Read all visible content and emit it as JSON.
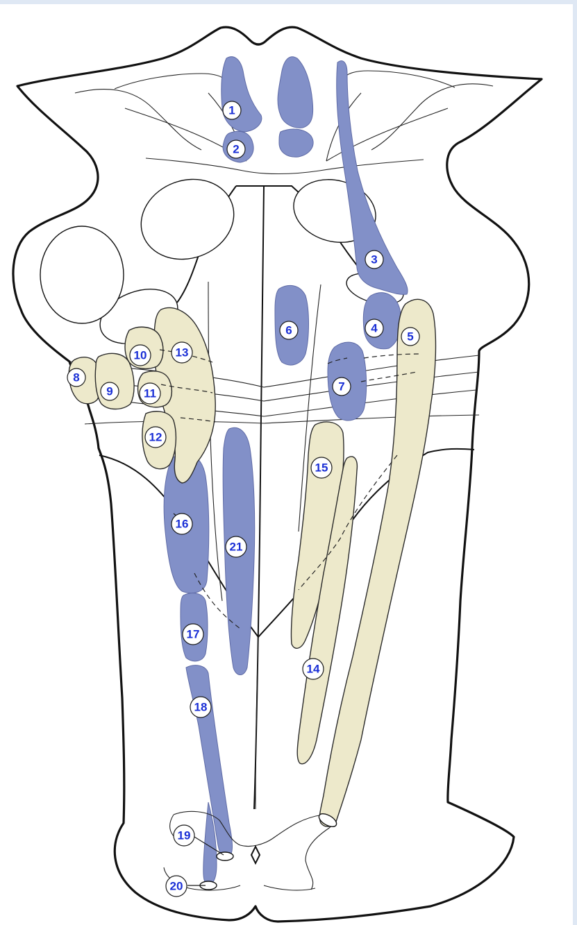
{
  "diagram": {
    "colors": {
      "blue_region": "#8290c8",
      "tan_region": "#ede9cb",
      "outline": "#111111",
      "label_text": "#1a2fd6",
      "frame_border": "#dfe8f4"
    },
    "labels": [
      {
        "id": "1",
        "text": "1"
      },
      {
        "id": "2",
        "text": "2"
      },
      {
        "id": "3",
        "text": "3"
      },
      {
        "id": "4",
        "text": "4"
      },
      {
        "id": "5",
        "text": "5"
      },
      {
        "id": "6",
        "text": "6"
      },
      {
        "id": "7",
        "text": "7"
      },
      {
        "id": "8",
        "text": "8"
      },
      {
        "id": "9",
        "text": "9"
      },
      {
        "id": "10",
        "text": "10"
      },
      {
        "id": "11",
        "text": "11"
      },
      {
        "id": "12",
        "text": "12"
      },
      {
        "id": "13",
        "text": "13"
      },
      {
        "id": "14",
        "text": "14"
      },
      {
        "id": "15",
        "text": "15"
      },
      {
        "id": "16",
        "text": "16"
      },
      {
        "id": "17",
        "text": "17"
      },
      {
        "id": "18",
        "text": "18"
      },
      {
        "id": "19",
        "text": "19"
      },
      {
        "id": "20",
        "text": "20"
      },
      {
        "id": "21",
        "text": "21"
      }
    ]
  }
}
